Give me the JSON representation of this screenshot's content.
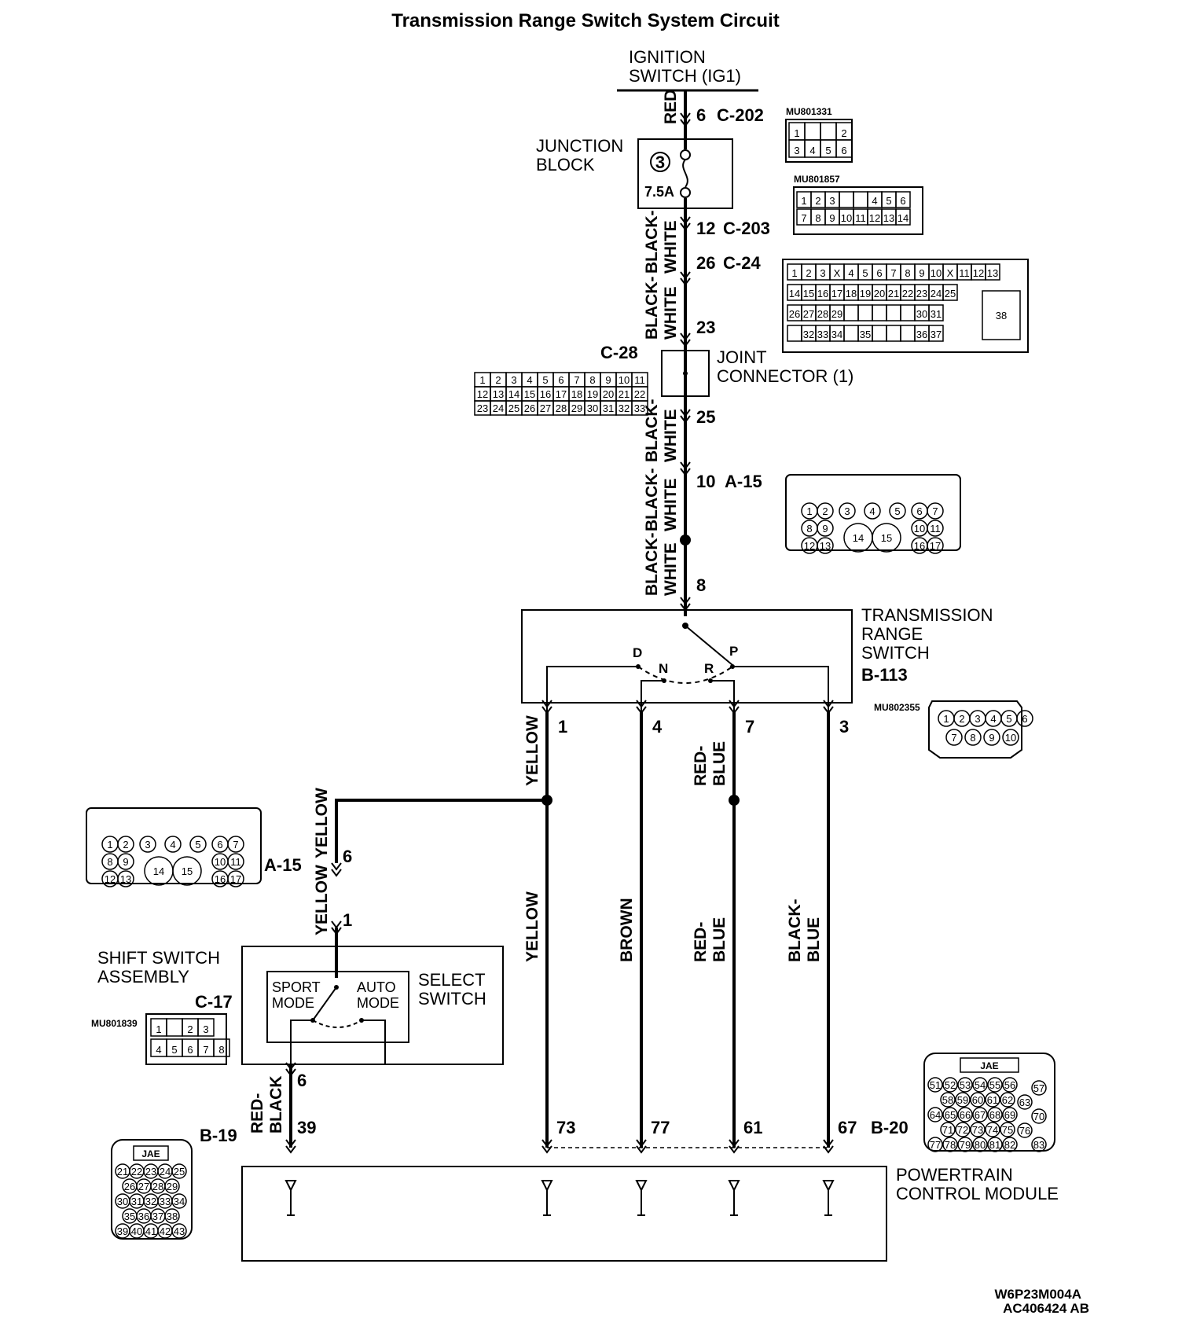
{
  "title": "Transmission Range Switch System Circuit",
  "ignition": {
    "line1": "IGNITION",
    "line2": "SWITCH (IG1)"
  },
  "junction_block": {
    "line1": "JUNCTION",
    "line2": "BLOCK",
    "fuse_no": "3",
    "fuse_rating": "7.5A"
  },
  "joint_connector": {
    "line1": "JOINT",
    "line2": "CONNECTOR (1)"
  },
  "trs": {
    "line1": "TRANSMISSION",
    "line2": "RANGE",
    "line3": "SWITCH",
    "id": "B-113",
    "pos_d": "D",
    "pos_n": "N",
    "pos_r": "R",
    "pos_p": "P"
  },
  "shift_switch": {
    "line1": "SHIFT SWITCH",
    "line2": "ASSEMBLY",
    "id": "C-17",
    "select1": "SELECT",
    "select2": "SWITCH",
    "sport1": "SPORT",
    "sport2": "MODE",
    "auto1": "AUTO",
    "auto2": "MODE"
  },
  "pcm": {
    "line1": "POWERTRAIN",
    "line2": "CONTROL MODULE"
  },
  "wires": {
    "red": "RED",
    "bw1a": "BLACK-",
    "bw1b": "WHITE",
    "bw2a": "BLACK-",
    "bw2b": "WHITE",
    "bw3a": "BLACK-",
    "bw3b": "WHITE",
    "bw4a": "BLACK-",
    "bw4b": "WHITE",
    "bw5a": "BLACK-",
    "bw5b": "WHITE",
    "yellow1": "YELLOW",
    "yellow2": "YELLOW",
    "yellow3": "YELLOW",
    "yellow4": "YELLOW",
    "rb1a": "RED-",
    "rb1b": "BLUE",
    "rb2a": "RED-",
    "rb2b": "BLUE",
    "brown": "BROWN",
    "bbl_a": "BLACK-",
    "bbl_b": "BLUE",
    "rbk_a": "RED-",
    "rbk_b": "BLACK"
  },
  "pins": {
    "c202": "6",
    "c202_id": "C-202",
    "c203": "12",
    "c203_id": "C-203",
    "c24": "26",
    "c24_id": "C-24",
    "jc_in": "23",
    "jc_out": "25",
    "a15": "10",
    "a15_id": "A-15",
    "trs_in": "8",
    "trs1": "1",
    "trs4": "4",
    "trs7": "7",
    "trs3": "3",
    "a15_b": "6",
    "a15_b_id": "A-15",
    "c17_in": "1",
    "c17_out": "6",
    "pcm39": "39",
    "pcm73": "73",
    "pcm77": "77",
    "pcm61": "61",
    "pcm67": "67",
    "b19": "B-19",
    "b20": "B-20",
    "c28": "C-28"
  },
  "connectors": {
    "c202_code": "MU801331",
    "c203_code": "MU801857",
    "trs_code": "MU802355",
    "c17_code": "MU801839",
    "jae1": "JAE",
    "jae2": "JAE"
  },
  "footer": {
    "code1": "W6P23M004A",
    "code2": "AC406424 AB"
  }
}
